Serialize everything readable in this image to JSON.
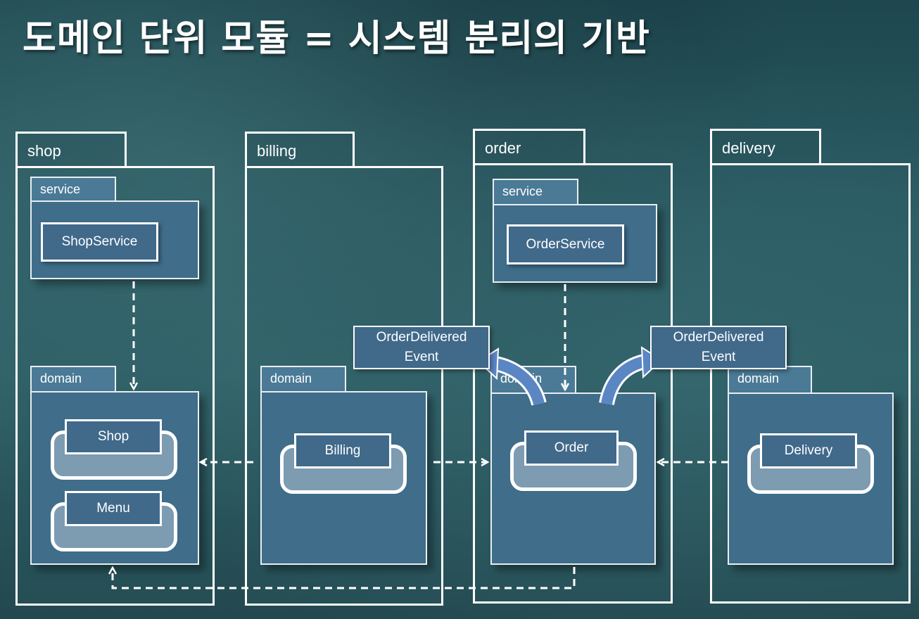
{
  "title": "도메인 단위 모듈 = 시스템 분리의 기반",
  "modules": {
    "shop": {
      "label": "shop",
      "service_label": "service",
      "service_class": "ShopService",
      "domain_label": "domain",
      "entities": [
        "Shop",
        "Menu"
      ]
    },
    "billing": {
      "label": "billing",
      "domain_label": "domain",
      "entities": [
        "Billing"
      ]
    },
    "order": {
      "label": "order",
      "service_label": "service",
      "service_class": "OrderService",
      "domain_label": "domain",
      "entities": [
        "Order"
      ]
    },
    "delivery": {
      "label": "delivery",
      "domain_label": "domain",
      "entities": [
        "Delivery"
      ]
    }
  },
  "events": [
    {
      "line1": "OrderDelivered",
      "line2": "Event"
    },
    {
      "line1": "OrderDelivered",
      "line2": "Event"
    }
  ],
  "colors": {
    "background": "#2a5a62",
    "box_fill": "#40698a",
    "line": "#ffffff",
    "event_arrow": "#5b86c4"
  }
}
